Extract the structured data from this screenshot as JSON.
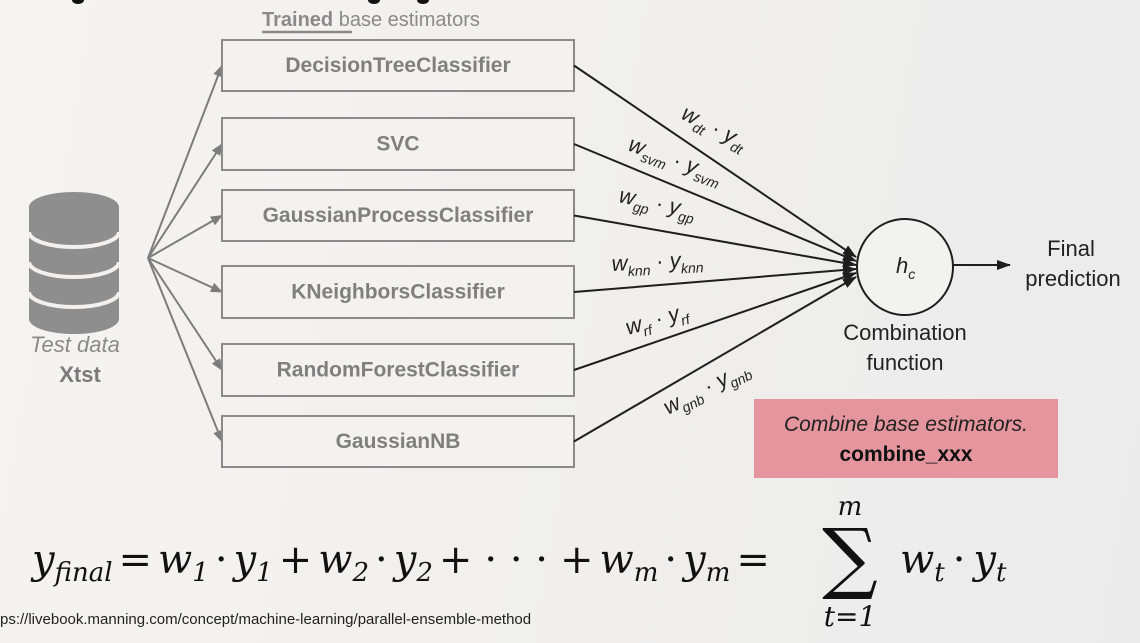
{
  "header": {
    "section_label_strong": "Trained",
    "section_label_rest": " base estimators"
  },
  "input": {
    "icon": "database-icon",
    "label": "Test data",
    "variable": "Xtst"
  },
  "estimators": [
    {
      "name": "DecisionTreeClassifier",
      "weight": "w",
      "weight_sub": "dt",
      "pred": "y",
      "pred_sub": "dt"
    },
    {
      "name": "SVC",
      "weight": "w",
      "weight_sub": "svm",
      "pred": "y",
      "pred_sub": "svm"
    },
    {
      "name": "GaussianProcessClassifier",
      "weight": "w",
      "weight_sub": "gp",
      "pred": "y",
      "pred_sub": "gp"
    },
    {
      "name": "KNeighborsClassifier",
      "weight": "w",
      "weight_sub": "knn",
      "pred": "y",
      "pred_sub": "knn"
    },
    {
      "name": "RandomForestClassifier",
      "weight": "w",
      "weight_sub": "rf",
      "pred": "y",
      "pred_sub": "rf"
    },
    {
      "name": "GaussianNB",
      "weight": "w",
      "weight_sub": "gnb",
      "pred": "y",
      "pred_sub": "gnb"
    }
  ],
  "combiner": {
    "symbol": "h",
    "symbol_sub": "c",
    "caption_line1": "Combination",
    "caption_line2": "function",
    "output_line1": "Final",
    "output_line2": "prediction"
  },
  "note": {
    "line1": "Combine base estimators.",
    "line2": "combine_xxx",
    "color": "#e5959d"
  },
  "formula": {
    "lhs": "y",
    "lhs_sub": "final",
    "t1w": "w",
    "t1ws": "1",
    "t1y": "y",
    "t1ys": "1",
    "t2w": "w",
    "t2ws": "2",
    "t2y": "y",
    "t2ys": "2",
    "tmw": "w",
    "tmws": "m",
    "tmy": "y",
    "tmys": "m",
    "dots": "· · ·",
    "sum_upper": "m",
    "sum_lower": "t=1",
    "sum_w": "w",
    "sum_ws": "t",
    "sum_y": "y",
    "sum_ys": "t"
  },
  "footer": {
    "source": "ps://livebook.manning.com/concept/machine-learning/parallel-ensemble-method"
  }
}
